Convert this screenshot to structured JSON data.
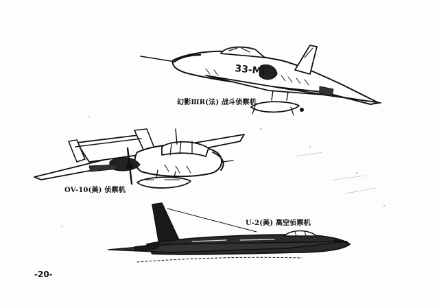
{
  "page": {
    "page_number": "-20-"
  },
  "illustrations": {
    "mirage": {
      "fuselage_marking": "33-Mi",
      "caption": "幻影ⅢR(法) 战斗侦察机"
    },
    "ov10": {
      "caption": "OV-10(美) 侦察机"
    },
    "u2": {
      "caption": "U-2(美) 高空侦察机"
    }
  },
  "colors": {
    "ink": "#111111",
    "paper": "#fdfdfd"
  }
}
